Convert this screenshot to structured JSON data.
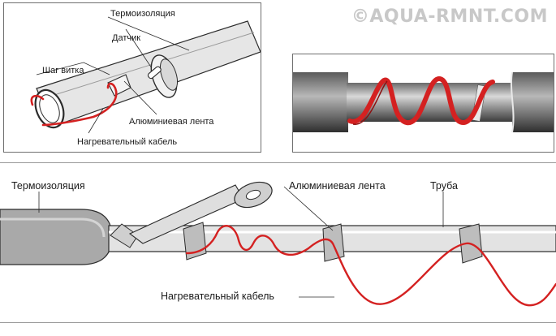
{
  "watermark": "©AQUA-RMNT.COM",
  "top_left_diagram": {
    "labels": {
      "insulation": "Термоизоляция",
      "sensor": "Датчик",
      "pitch": "Шаг витка",
      "aluminum_tape": "Алюминиевая лента",
      "heating_cable": "Нагревательный кабель"
    }
  },
  "bottom_diagram": {
    "labels": {
      "insulation": "Термоизоляция",
      "aluminum_tape": "Алюминиевая лента",
      "pipe": "Труба",
      "heating_cable": "Нагревательный кабель"
    }
  },
  "colors": {
    "heating_cable": "#d42121",
    "pipe_fill": "#e3e3e3",
    "insulation_fill": "#a9a9a9",
    "outline": "#2b2b2b"
  }
}
